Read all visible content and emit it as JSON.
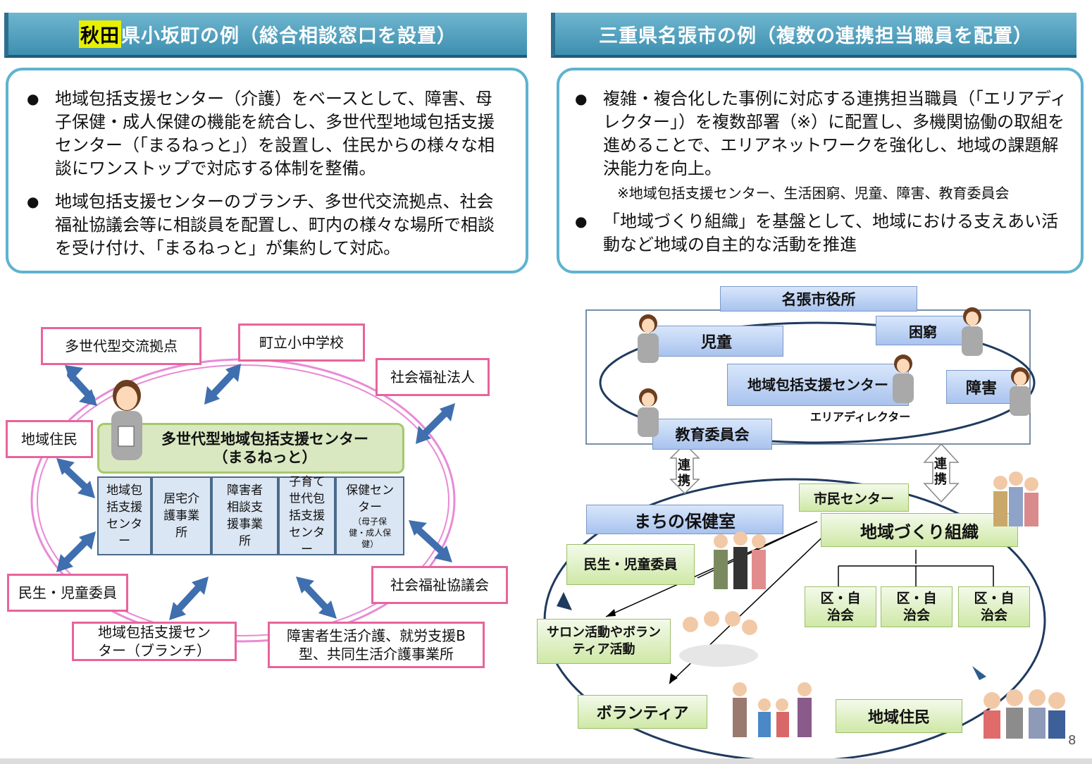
{
  "left": {
    "title_highlight": "秋田",
    "title_rest": "県小坂町の例（総合相談窓口を設置）",
    "bullets": [
      "地域包括支援センター（介護）をベースとして、障害、母子保健・成人保健の機能を統合し、多世代型地域包括支援センター（「まるねっと」）を設置し、住民からの様々な相談にワンストップで対応する体制を整備。",
      "地域包括支援センターのブランチ、多世代交流拠点、社会福祉協議会等に相談員を配置し、町内の様々な場所で相談を受け付け、「まるねっと」が集約して対応。"
    ],
    "diagram": {
      "center_line1": "多世代型地域包括支援センター",
      "center_line2": "（まるねっと）",
      "subunits": [
        "地域包括支援センター",
        "居宅介護事業所",
        "障害者相談支援事業所",
        "子育て世代包括支援センター",
        "保健センター"
      ],
      "subunit_note": "（母子保健・成人保健）",
      "nodes": {
        "tasedai": "多世代型交流拠点",
        "school": "町立小中学校",
        "shakai_houjin": "社会福祉法人",
        "residents": "地域住民",
        "minsei": "民生・児童委員",
        "shakyo": "社会福祉協議会",
        "branch": "地域包括支援センター（ブランチ）",
        "shogai": "障害者生活介護、就労支援B型、共同生活介護事業所"
      }
    }
  },
  "right": {
    "title": "三重県名張市の例（複数の連携担当職員を配置）",
    "bullets": [
      "複雑・複合化した事例に対応する連携担当職員（「エリアディレクター」）を複数部署（※）に配置し、多機関協働の取組を進めることで、エリアネットワークを強化し、地域の課題解決能力を向上。",
      "「地域づくり組織」を基盤として、地域における支えあい活動など地域の自主的な活動を推進"
    ],
    "note": "※地域包括支援センター、生活困窮、児童、障害、教育委員会",
    "diagram": {
      "city_hall": "名張市役所",
      "jido": "児童",
      "konkyu": "困窮",
      "houkatsu": "地域包括支援センター",
      "shogai": "障害",
      "kyoiku": "教育委員会",
      "area_director": "エリアディレクター",
      "renkei": "連携",
      "renkei2": "連携",
      "shimin_center": "市民センター",
      "machi_hokenshitsu": "まちの保健室",
      "chiiki_soshiki": "地域づくり組織",
      "minsei": "民生・児童委員",
      "ku_jichikai": [
        "区・自治会",
        "区・自治会",
        "区・自治会"
      ],
      "salon": "サロン活動やボランティア活動",
      "volunteer": "ボランティア",
      "residents": "地域住民"
    }
  },
  "page_number": "8",
  "colors": {
    "banner": "#4a9cbd",
    "panel_border": "#5fb3cf",
    "pink_border": "#e8649c",
    "arrow_blue": "#3f6fae",
    "ellipse_pink": "#e98ad6"
  }
}
